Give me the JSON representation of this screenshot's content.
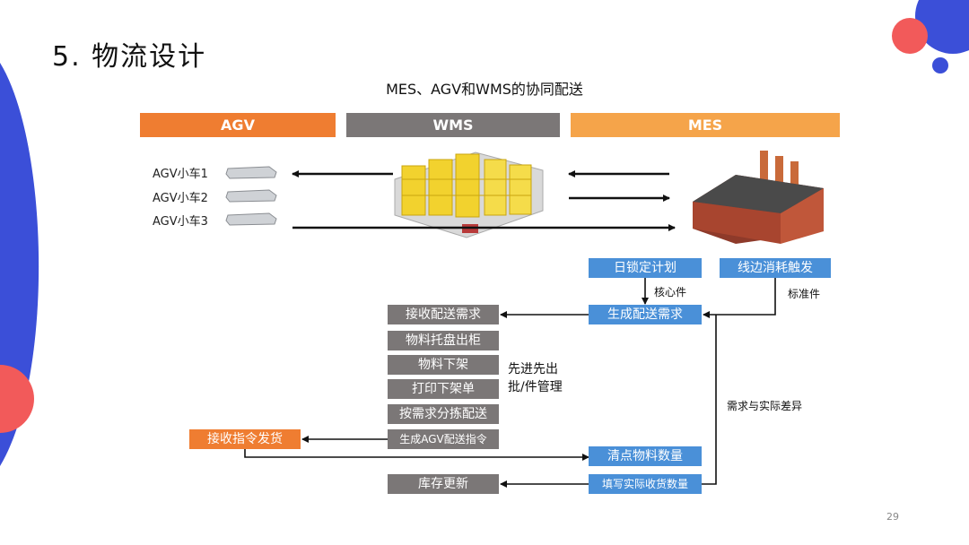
{
  "title": "5. 物流设计",
  "subtitle": "MES、AGV和WMS的协同配送",
  "headers": {
    "agv": "AGV",
    "wms": "WMS",
    "mes": "MES"
  },
  "agv_labels": [
    "AGV小车1",
    "AGV小车2",
    "AGV小车3"
  ],
  "wms_steps": [
    "接收配送需求",
    "物料托盘出柜",
    "物料下架",
    "打印下架单",
    "按需求分拣配送",
    "生成AGV配送指令"
  ],
  "wms_note": {
    "line1": "先进先出",
    "line2": "批/件管理"
  },
  "stock_update": "库存更新",
  "agv_receive": "接收指令发货",
  "mes_boxes": {
    "daily_plan": "日锁定计划",
    "line_trigger": "线边消耗触发",
    "generate_demand": "生成配送需求",
    "count_material": "清点物料数量",
    "fill_actual": "填写实际收货数量"
  },
  "notes": {
    "core_part": "核心件",
    "standard_part": "标准件",
    "diff": "需求与实际差异"
  },
  "page_number": "29",
  "colors": {
    "agv_orange": "#ef7d31",
    "wms_gray": "#7b7777",
    "mes_orange": "#f5a44a",
    "box_blue": "#4a90d8",
    "deco_blue": "#3b4fd8",
    "deco_red": "#f25a5a"
  }
}
